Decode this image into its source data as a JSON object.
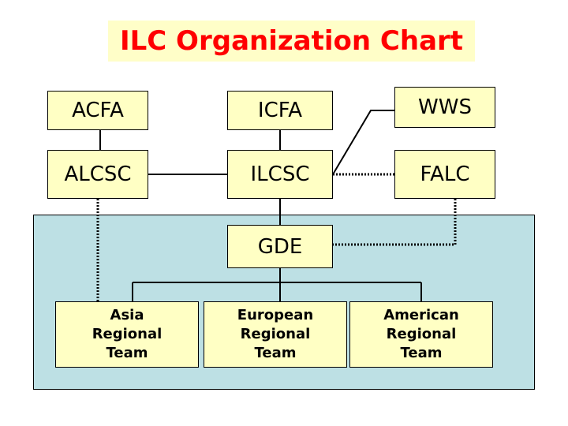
{
  "title": "ILC Organization Chart",
  "boxes": {
    "acfa": "ACFA",
    "icfa": "ICFA",
    "wws": "WWS",
    "alcsc": "ALCSC",
    "ilcsc": "ILCSC",
    "falc": "FALC",
    "gde": "GDE"
  },
  "teams": {
    "asia": [
      "Asia",
      "Regional",
      "Team"
    ],
    "europe": [
      "European",
      "Regional",
      "Team"
    ],
    "america": [
      "American",
      "Regional",
      "Team"
    ]
  },
  "colors": {
    "title_text": "#ff0000",
    "title_bg": "#fffec8",
    "box_fill": "#ffffc4",
    "panel_fill": "#bde0e4"
  }
}
